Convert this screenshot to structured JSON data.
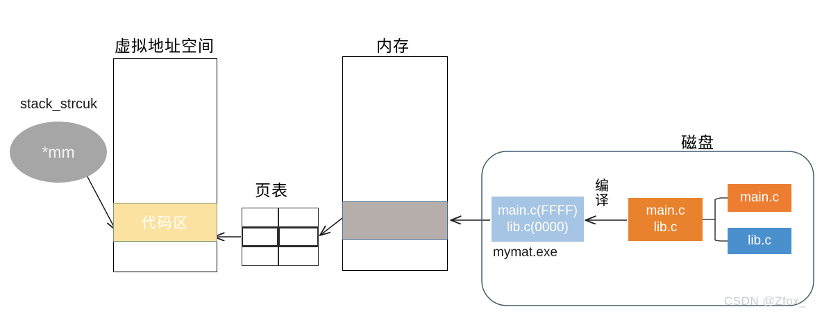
{
  "diagram": {
    "watermark": "CSDN @Zfox_",
    "titles": {
      "virtual_address_space": "虚拟地址空间",
      "memory": "内存",
      "page_table": "页表",
      "disk": "磁盘"
    },
    "virtual_address_space": {
      "struct_label": "stack_strcuk",
      "struct_pointer": "*mm",
      "code_region": "代码区"
    },
    "disk": {
      "executable_box": {
        "line1": "main.c(FFFF)",
        "line2": "lib.c(0000)"
      },
      "executable_name": "mymat.exe",
      "compile_label_line1": "编",
      "compile_label_line2": "译",
      "source_box": {
        "line1": "main.c",
        "line2": "lib.c"
      },
      "source_files": [
        {
          "name": "main.c",
          "color": "#ed7d31"
        },
        {
          "name": "lib.c",
          "color": "#4a90cd"
        }
      ]
    },
    "colors": {
      "code_region": "#fbe2a0",
      "memory_region": "#b5aeab",
      "ellipse": "#a6a6a6",
      "exe_box": "#a6c4e3",
      "source_box": "#e8822c",
      "disk_outline": "#44616f"
    }
  }
}
